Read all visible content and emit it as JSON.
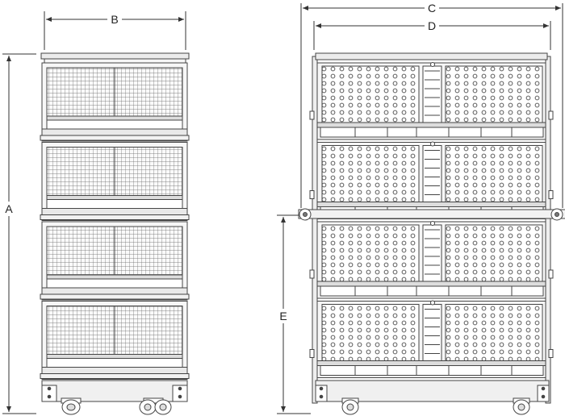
{
  "dimensions": {
    "a": "A",
    "b": "B",
    "c": "C",
    "d": "D",
    "e": "E"
  },
  "colors": {
    "line": "#333333",
    "frame": "#555555",
    "mesh": "#777777",
    "panel": "#f4f4f4",
    "tray": "#e6e6e6"
  },
  "views": {
    "side_tiers": 4,
    "front_tiers": 4
  }
}
